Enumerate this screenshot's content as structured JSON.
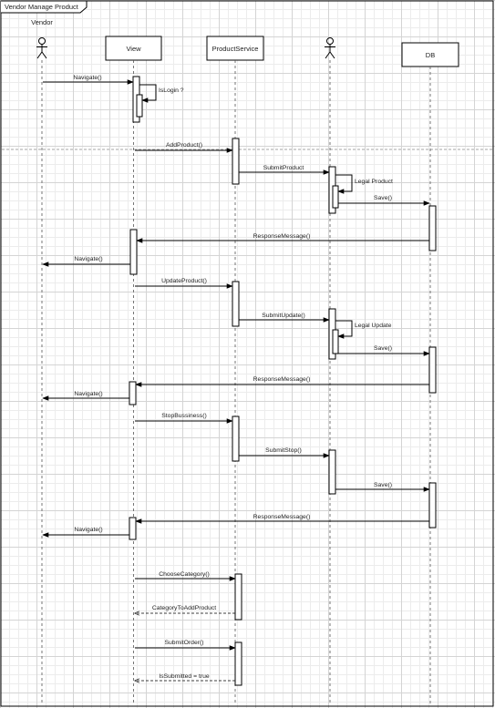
{
  "frame": {
    "title": "Vendor Manage Product"
  },
  "participants": [
    {
      "id": "vendor",
      "kind": "actor",
      "label": "Vendor"
    },
    {
      "id": "view",
      "kind": "box",
      "label": "View"
    },
    {
      "id": "productservice",
      "kind": "box",
      "label": "ProductService"
    },
    {
      "id": "actor2",
      "kind": "actor",
      "label": ""
    },
    {
      "id": "db",
      "kind": "box",
      "label": "DB"
    }
  ],
  "messages": [
    {
      "text": "Navigate()",
      "style": "sync"
    },
    {
      "text": "IsLogin ?",
      "style": "self"
    },
    {
      "text": "AddProduct()",
      "style": "sync"
    },
    {
      "text": "SubmitProduct",
      "style": "sync"
    },
    {
      "text": "Legal Product",
      "style": "self"
    },
    {
      "text": "Save()",
      "style": "sync"
    },
    {
      "text": "ResponseMessage()",
      "style": "sync"
    },
    {
      "text": "Navigate()",
      "style": "sync"
    },
    {
      "text": "UpdateProduct()",
      "style": "sync"
    },
    {
      "text": "SubmitUpdate()",
      "style": "sync"
    },
    {
      "text": "Legal Update",
      "style": "self"
    },
    {
      "text": "Save()",
      "style": "sync"
    },
    {
      "text": "ResponseMessage()",
      "style": "sync"
    },
    {
      "text": "Navigate()",
      "style": "sync"
    },
    {
      "text": "StopBussiness()",
      "style": "sync"
    },
    {
      "text": "SubmitStop()",
      "style": "sync"
    },
    {
      "text": "Save()",
      "style": "sync"
    },
    {
      "text": "ResponseMessage()",
      "style": "sync"
    },
    {
      "text": "Navigate()",
      "style": "sync"
    },
    {
      "text": "ChooseCategory()",
      "style": "sync"
    },
    {
      "text": "CategoryToAddProduct",
      "style": "return"
    },
    {
      "text": "SubmitOrder()",
      "style": "sync"
    },
    {
      "text": "IsSubmitted = true",
      "style": "return"
    }
  ]
}
